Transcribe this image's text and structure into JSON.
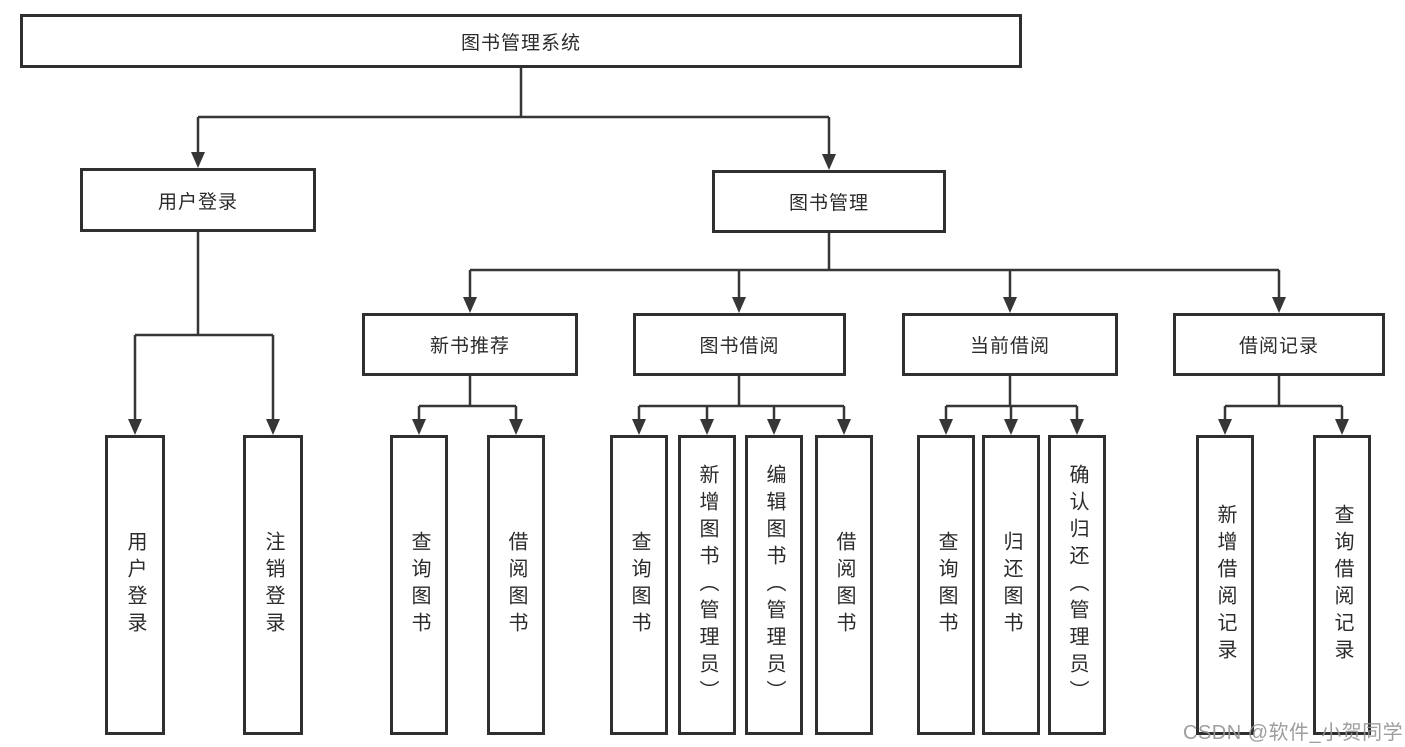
{
  "diagram": {
    "root": {
      "label": "图书管理系统"
    },
    "level2": [
      {
        "label": "用户登录"
      },
      {
        "label": "图书管理"
      }
    ],
    "level3": [
      {
        "label": "新书推荐"
      },
      {
        "label": "图书借阅"
      },
      {
        "label": "当前借阅"
      },
      {
        "label": "借阅记录"
      }
    ],
    "leaves": [
      {
        "label": "用户登录"
      },
      {
        "label": "注销登录"
      },
      {
        "label": "查询图书"
      },
      {
        "label": "借阅图书"
      },
      {
        "label": "查询图书"
      },
      {
        "label": "新增图书（管理员）"
      },
      {
        "label": "编辑图书（管理员）"
      },
      {
        "label": "借阅图书"
      },
      {
        "label": "查询图书"
      },
      {
        "label": "归还图书"
      },
      {
        "label": "确认归还（管理员）"
      },
      {
        "label": "新增借阅记录"
      },
      {
        "label": "查询借阅记录"
      }
    ],
    "watermark": "CSDN @软件_小贺同学",
    "colors": {
      "line": "#363636",
      "box_border": "#2f2f2f",
      "text": "#2b2b2b",
      "watermark": "#949494",
      "background": "#ffffff"
    }
  }
}
